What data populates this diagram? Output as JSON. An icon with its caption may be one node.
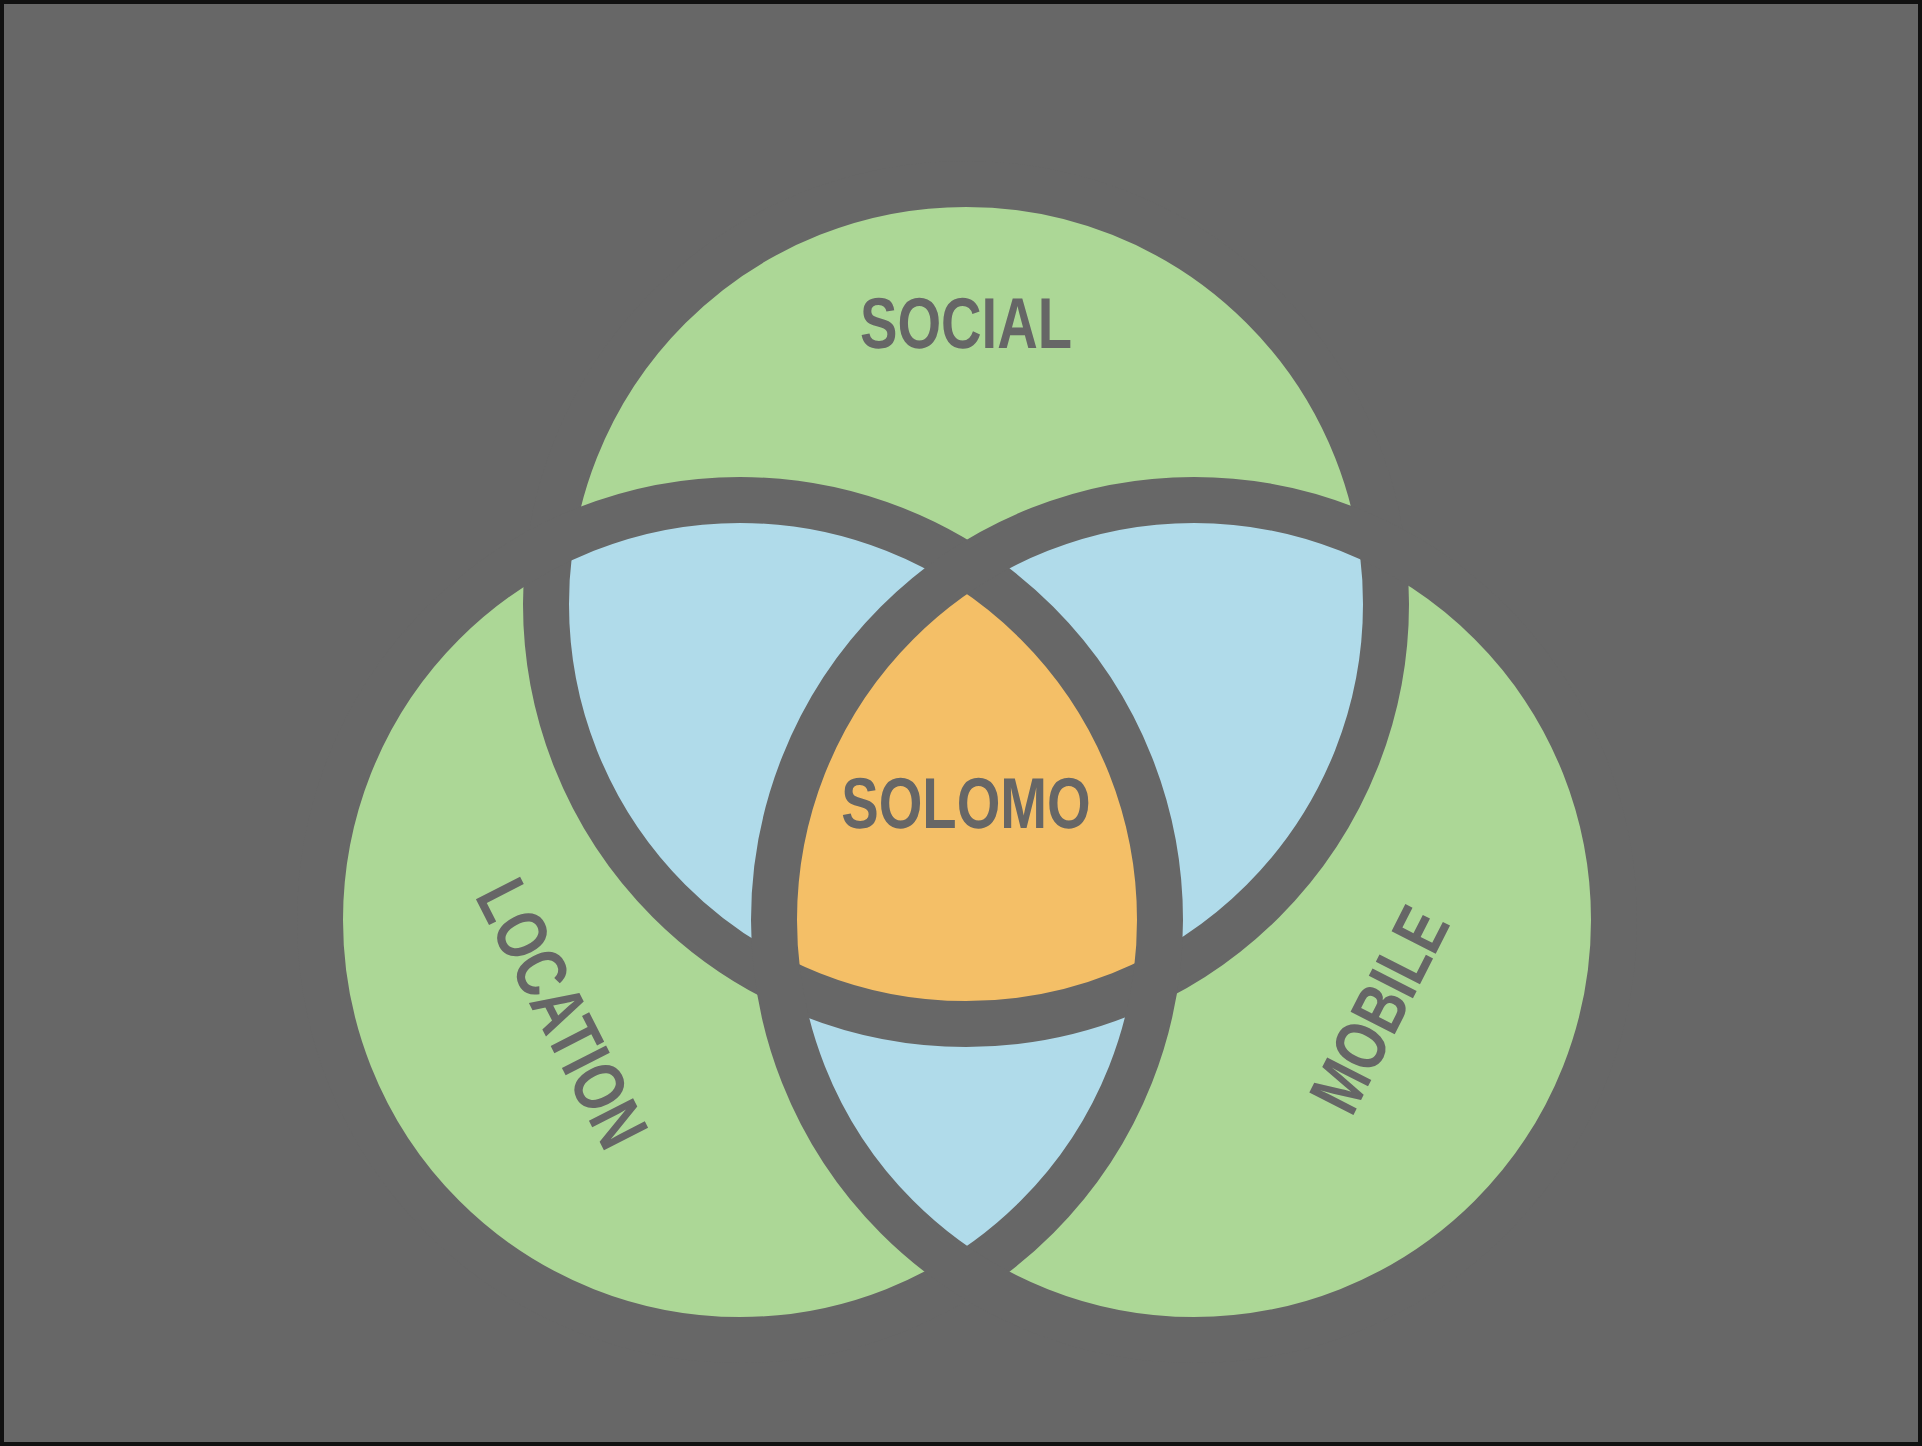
{
  "diagram": {
    "nodes": [
      {
        "text": [
          "SOCIAL"
        ]
      },
      {
        "text": [
          "LOCATION"
        ]
      },
      {
        "text": [
          "MOBILE"
        ]
      },
      {
        "text": [
          "SOLOMO"
        ]
      }
    ]
  }
}
